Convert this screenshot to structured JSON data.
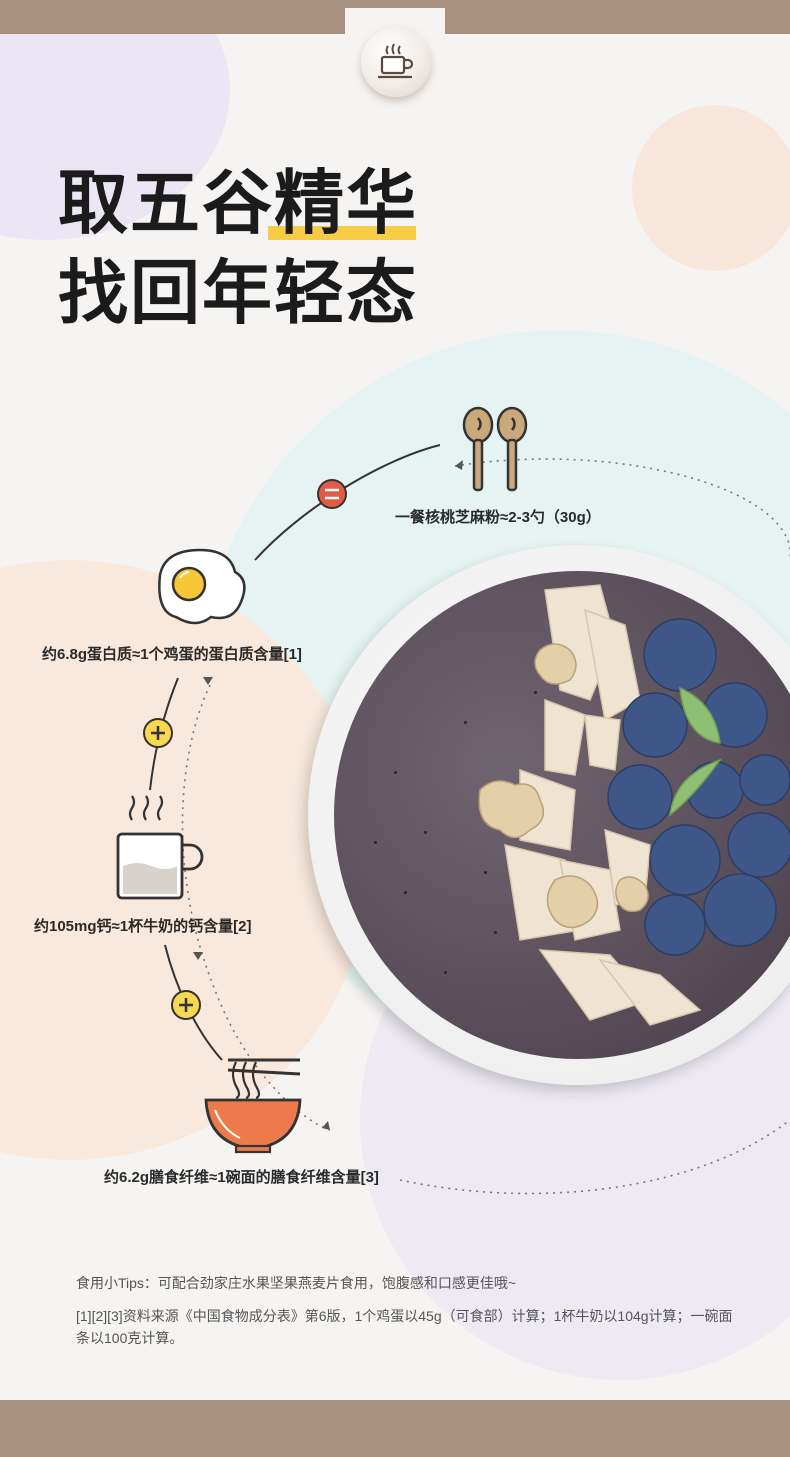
{
  "headline": {
    "line1_plain": "取五谷",
    "line1_highlight": "精华",
    "line2": "找回年轻态"
  },
  "highlight_color": "#f8cb46",
  "brand_band_color": "#a99180",
  "icons": {
    "badge": "coffee-cup-icon",
    "equals": "equals-icon",
    "plus": "plus-icon",
    "spoons": "spoons-icon",
    "egg": "egg-icon",
    "milk": "milk-cup-icon",
    "noodles": "noodle-bowl-icon"
  },
  "items": [
    {
      "text": "一餐核桃芝麻粉≈2-3勺（30g）"
    },
    {
      "text": "约6.8g蛋白质≈1个鸡蛋的蛋白质含量[1]"
    },
    {
      "text": "约105mg钙≈1杯牛奶的钙含量[2]"
    },
    {
      "text": "约6.2g膳食纤维≈1碗面的膳食纤维含量[3]"
    }
  ],
  "operators": {
    "equals_color": "#e35a45",
    "plus_color": "#f8d84e"
  },
  "tips": "食用小Tips：可配合劲家庄水果坚果燕麦片食用，饱腹感和口感更佳哦~",
  "footnote": "[1][2][3]资料来源《中国食物成分表》第6版，1个鸡蛋以45g（可食部）计算；1杯牛奶以104g计算；一碗面条以100克计算。"
}
